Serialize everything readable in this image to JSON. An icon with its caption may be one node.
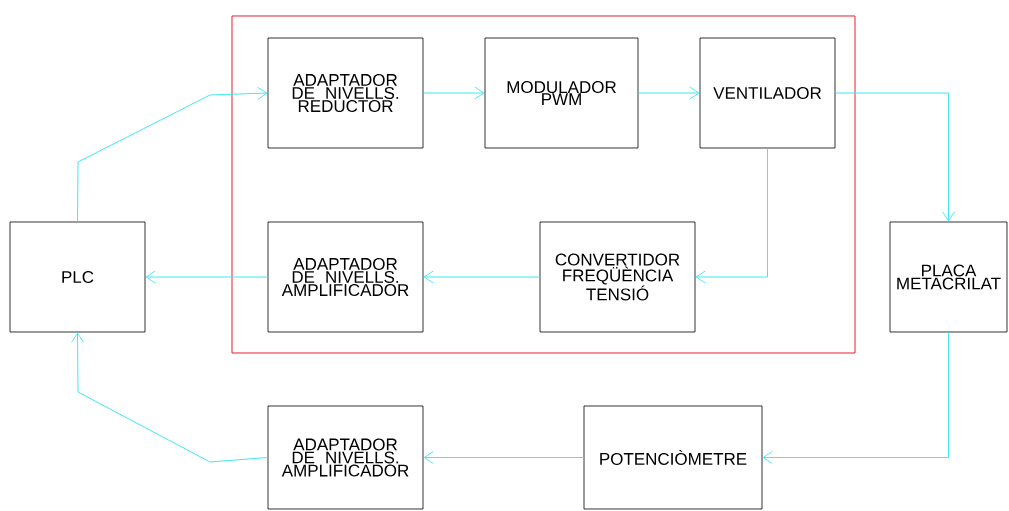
{
  "diagram": {
    "nodes": [
      {
        "text": [],
        "shape": "box"
      },
      {
        "text": [
          "ADAPTADOR DE NIVELLS. REDUCTOR"
        ],
        "in": 0
      },
      {
        "text": [
          "MODULADOR PWM"
        ],
        "in": 0
      },
      {
        "text": [
          "VENTILADOR"
        ],
        "in": 0
      },
      {
        "text": [
          "ADAPTADOR DE NIVELLS. AMPLIFICADOR"
        ],
        "in": 0
      },
      {
        "text": [
          "CONVERTIDOR FREQÜÈNCIA TENSIÓ"
        ],
        "in": 0
      },
      {
        "text": [
          "PLC"
        ]
      },
      {
        "text": [
          "PLACA METACRILAT"
        ]
      },
      {
        "text": [
          "ADAPTADOR DE NIVELLS. AMPLIFICADOR"
        ]
      },
      {
        "text": [
          "POTENCIÒMETRE"
        ]
      }
    ],
    "edges": [
      {
        "from": 6,
        "to": 1,
        "arrow": "to"
      },
      {
        "from": 1,
        "to": 2,
        "arrow": "to"
      },
      {
        "from": 2,
        "to": 3,
        "arrow": "to"
      },
      {
        "from": 3,
        "to": 7,
        "arrow": "to"
      },
      {
        "from": 3,
        "to": 5,
        "arrow": "to"
      },
      {
        "from": 5,
        "to": 4,
        "arrow": "to"
      },
      {
        "from": 4,
        "to": 6,
        "arrow": "to"
      },
      {
        "from": 7,
        "to": 9,
        "arrow": "to"
      },
      {
        "from": 9,
        "to": 8,
        "arrow": "to"
      },
      {
        "from": 8,
        "to": 6,
        "arrow": "to"
      }
    ]
  }
}
